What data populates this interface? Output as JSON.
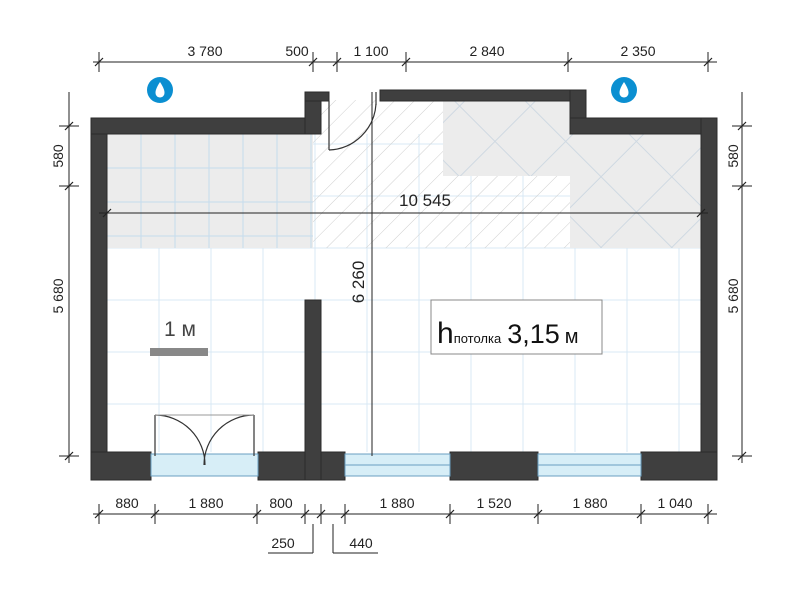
{
  "dimensions": {
    "top": [
      "3 780",
      "500",
      "1 100",
      "2 840",
      "2 350"
    ],
    "bottom": [
      "880",
      "1 880",
      "800",
      "1 880",
      "1 520",
      "1 880",
      "1 040"
    ],
    "bottom_extra": [
      "250",
      "440"
    ],
    "left": [
      "580",
      "5 680"
    ],
    "right": [
      "580",
      "5 680"
    ],
    "width_total": "10 545",
    "height_total": "6 260"
  },
  "scale_bar": {
    "label": "1 м"
  },
  "ceiling": {
    "h": "h",
    "sub": "потолка",
    "value": "3,15",
    "unit": "м"
  },
  "icons": [
    "water-drop-icon",
    "water-drop-icon"
  ],
  "colors": {
    "wall": "#3f3f3f",
    "water": "#0b8fd1",
    "tile": "#ececec",
    "glass": "#d7eef7"
  }
}
